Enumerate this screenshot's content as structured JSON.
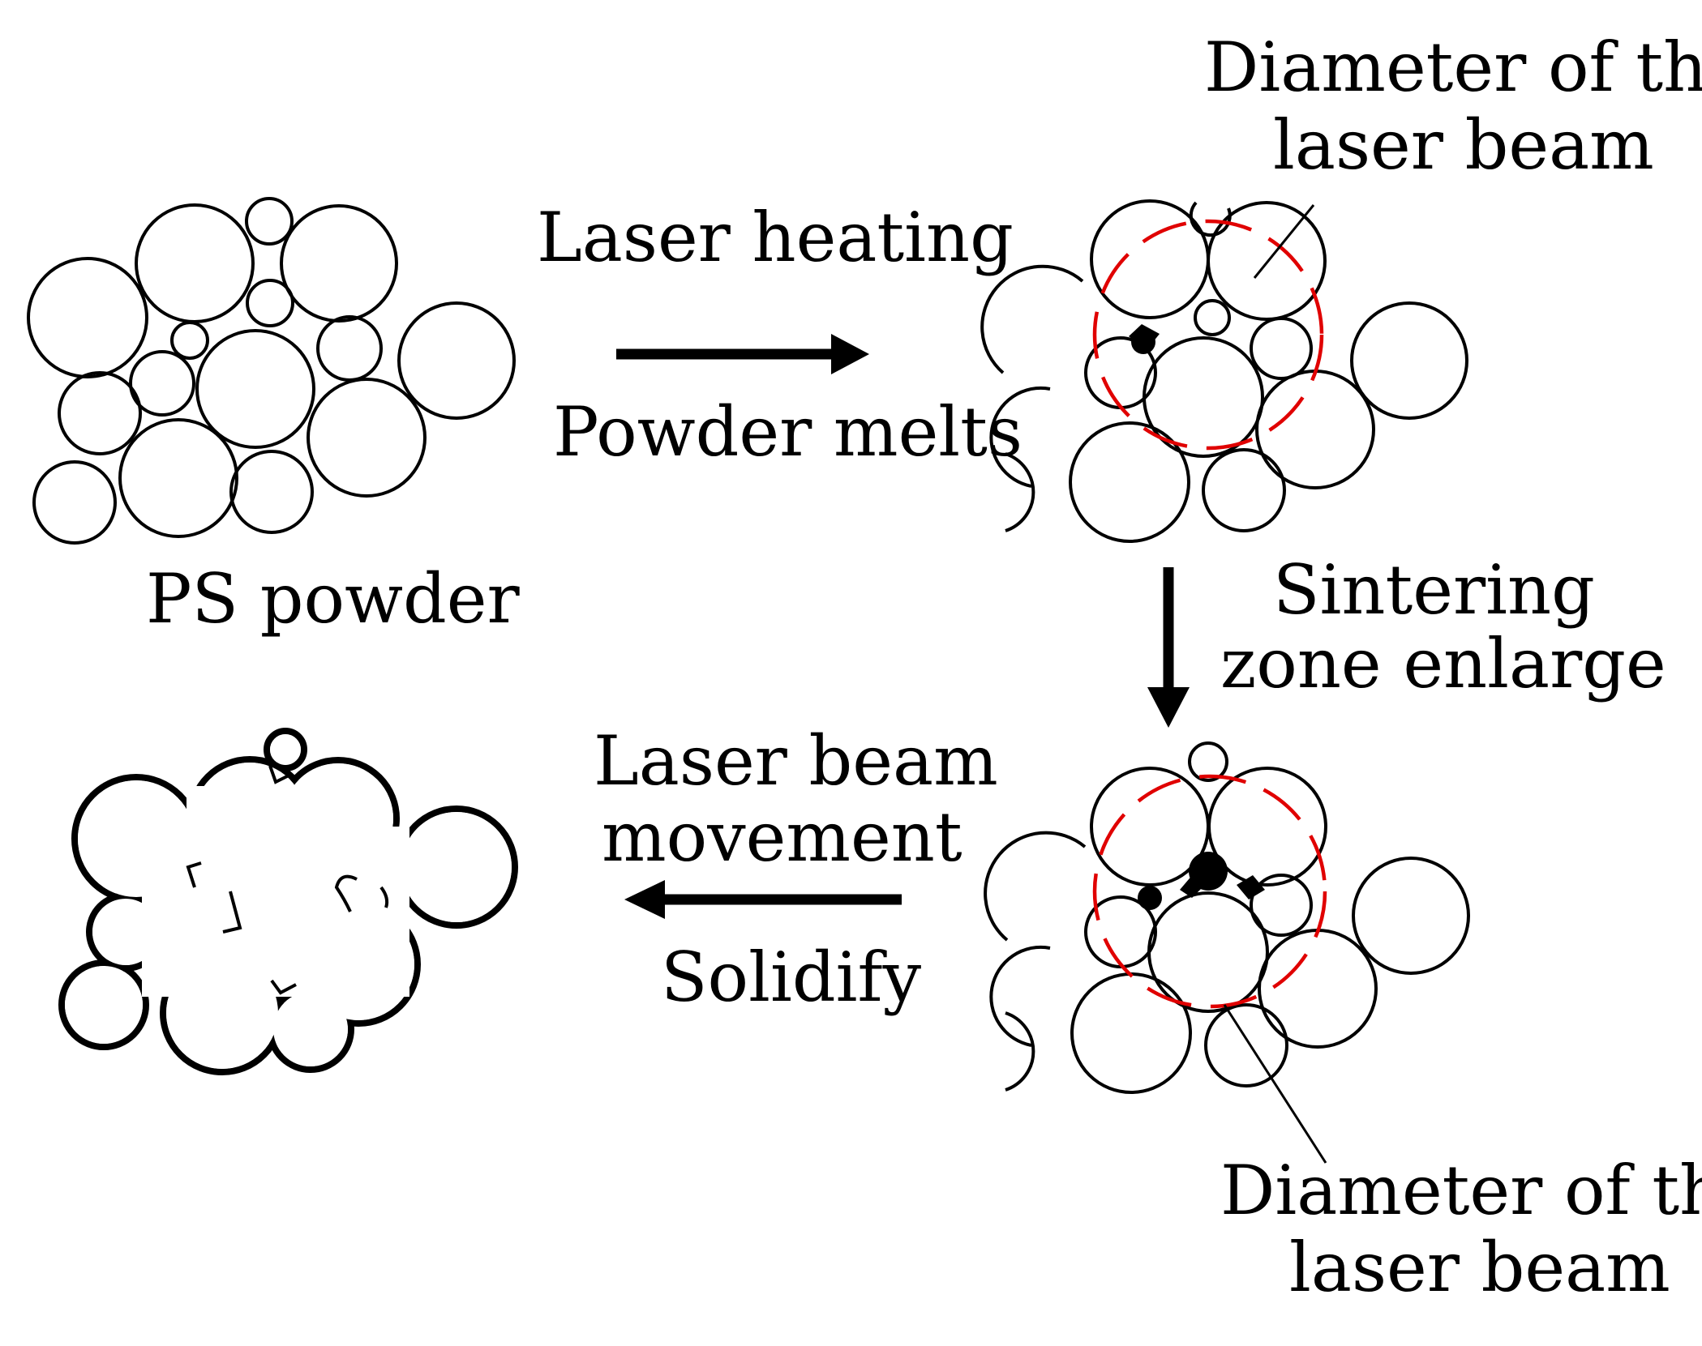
{
  "labels": {
    "ps_powder": "PS powder",
    "laser_heating": "Laser heating",
    "powder_melts": "Powder melts",
    "beam_diameter_top_line1": "Diameter of the",
    "beam_diameter_top_line2": "laser beam",
    "sintering_line1": "Sintering",
    "sintering_line2": "zone enlarge",
    "laser_beam_movement_line1": "Laser beam",
    "laser_beam_movement_line2": "movement",
    "solidify": "Solidify",
    "beam_diameter_bottom_line1": "Diameter of the",
    "beam_diameter_bottom_line2": "laser beam"
  },
  "colors": {
    "particle_stroke": "#000000",
    "laser_beam_outline": "#e00000",
    "background": "#ffffff"
  }
}
